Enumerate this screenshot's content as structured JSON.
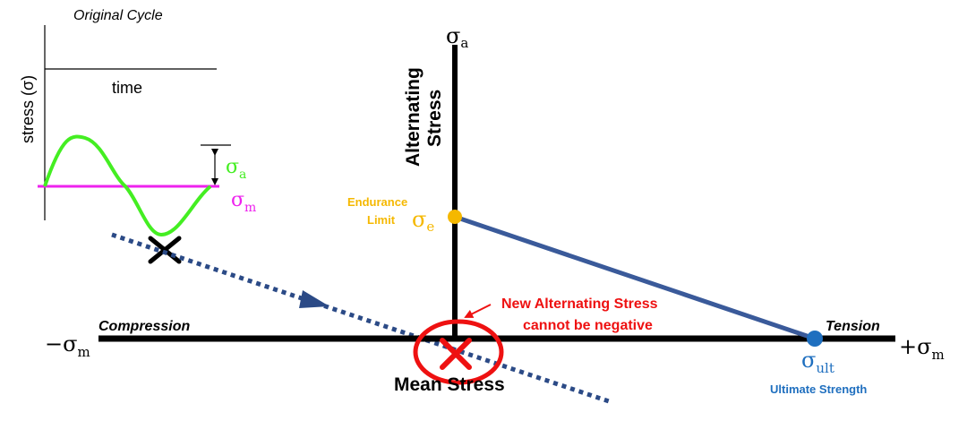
{
  "inset": {
    "title": "Original Cycle",
    "y_axis_label": "stress (σ)",
    "x_axis_label": "time",
    "amplitude_symbol": "σ",
    "amplitude_subscript": "a",
    "mean_symbol": "σ",
    "mean_subscript": "m"
  },
  "main": {
    "y_axis_symbol": "σ",
    "y_axis_subscript": "a",
    "y_axis_title_line1": "Alternating",
    "y_axis_title_line2": "Stress",
    "x_neg_prefix": "−σ",
    "x_neg_subscript": "m",
    "x_pos_prefix": "+σ",
    "x_pos_subscript": "m",
    "compression_label": "Compression",
    "tension_label": "Tension",
    "mean_stress_label": "Mean Stress",
    "endurance_line1": "Endurance",
    "endurance_line2": "Limit",
    "endurance_symbol": "σ",
    "endurance_subscript": "e",
    "ultimate_symbol": "σ",
    "ultimate_subscript": "ult",
    "ultimate_label": "Ultimate Strength",
    "note_line1": "New Alternating Stress",
    "note_line2": "cannot be negative"
  },
  "colors": {
    "sine": "#44ee22",
    "mean_line": "#ee22ee",
    "goodman_line": "#3a5a9a",
    "endurance": "#f5b800",
    "ultimate": "#1f6fbf",
    "warning": "#ee1111",
    "axis": "#000000"
  }
}
